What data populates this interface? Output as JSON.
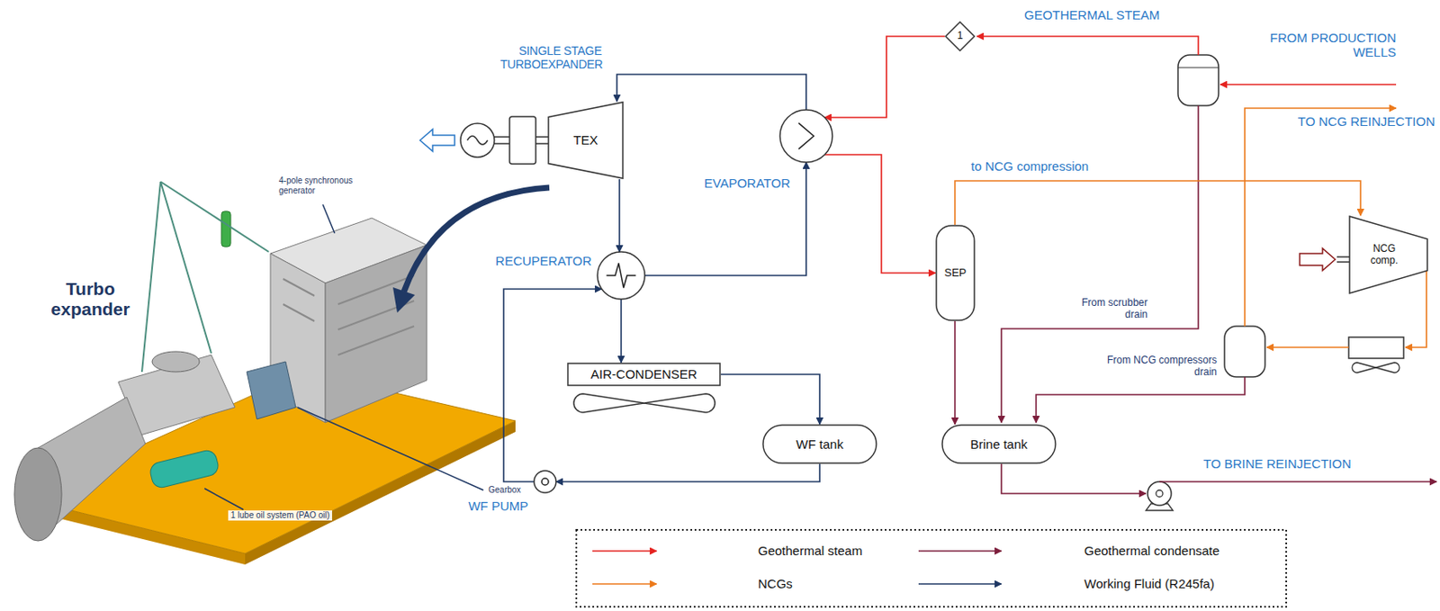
{
  "diagram": {
    "nodes": [
      {
        "text": [
          "1"
        ]
      },
      {
        "text": [
          "SINGLE STAGE TURBOEXPANDER",
          "TEX"
        ]
      },
      {
        "text": [
          "EVAPORATOR"
        ]
      },
      {
        "text": [
          "RECUPERATOR"
        ]
      },
      {
        "text": [
          "AIR-CONDENSER"
        ]
      },
      {
        "text": [
          "WF tank"
        ]
      },
      {
        "text": [
          "WF PUMP"
        ]
      },
      {
        "text": [
          "SEP"
        ]
      },
      {
        "text": [
          "NCG comp."
        ]
      },
      {
        "text": [
          "Brine tank"
        ]
      }
    ],
    "edges": [
      {
        "from": 0,
        "to": 2,
        "arrow": "to"
      },
      {
        "from": 2,
        "to": 1,
        "arrow": "to"
      },
      {
        "from": 1,
        "to": 3,
        "arrow": "to"
      },
      {
        "from": 3,
        "to": 4,
        "arrow": "to"
      },
      {
        "from": 4,
        "to": 5,
        "arrow": "to"
      },
      {
        "from": 5,
        "to": 6,
        "arrow": "to"
      },
      {
        "from": 6,
        "to": 3,
        "arrow": "to"
      },
      {
        "from": 3,
        "to": 2,
        "arrow": "to"
      },
      {
        "from": 2,
        "to": 7,
        "arrow": "to"
      },
      {
        "from": 7,
        "to": 8,
        "label": "to NCG compression",
        "arrow": "to"
      },
      {
        "from": 7,
        "to": 9,
        "arrow": "to"
      }
    ],
    "labels": [
      "GEOTHERMAL STEAM",
      "FROM PRODUCTION WELLS",
      "TO NCG REINJECTION",
      "From scrubber drain",
      "From NCG compressors drain",
      "TO BRINE REINJECTION",
      "Turbo expander",
      "4-pole synchronous generator",
      "Gearbox",
      "1 lube oil system (PAO oil)"
    ],
    "legend": [
      {
        "text": "Geothermal steam"
      },
      {
        "text": "Geothermal condensate"
      },
      {
        "text": "NCGs"
      },
      {
        "text": "Working Fluid (R245fa)"
      }
    ]
  }
}
